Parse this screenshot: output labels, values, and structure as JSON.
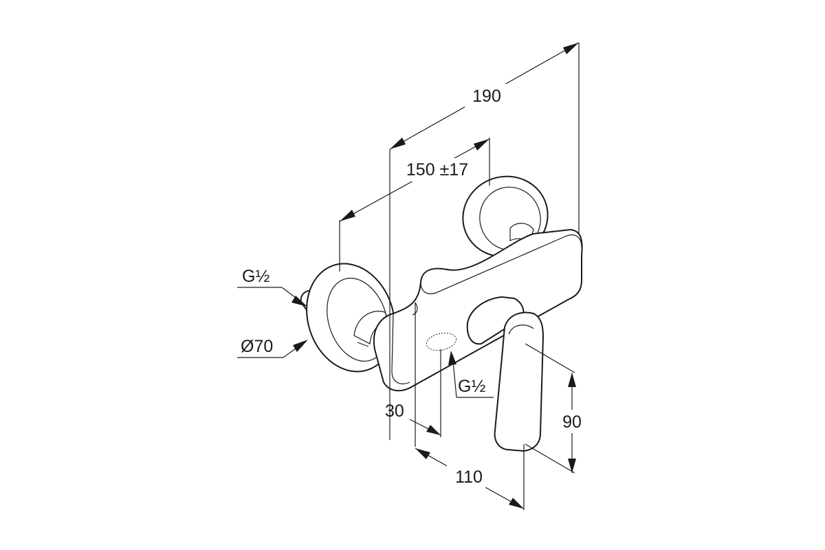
{
  "dimensions": {
    "overall_length": "190",
    "center_distance": "150 ±17",
    "inlet_thread": "G½",
    "rosette_diameter": "Ø70",
    "outlet_thread": "G½",
    "outlet_offset": "30",
    "depth": "110",
    "lever_height": "90"
  }
}
